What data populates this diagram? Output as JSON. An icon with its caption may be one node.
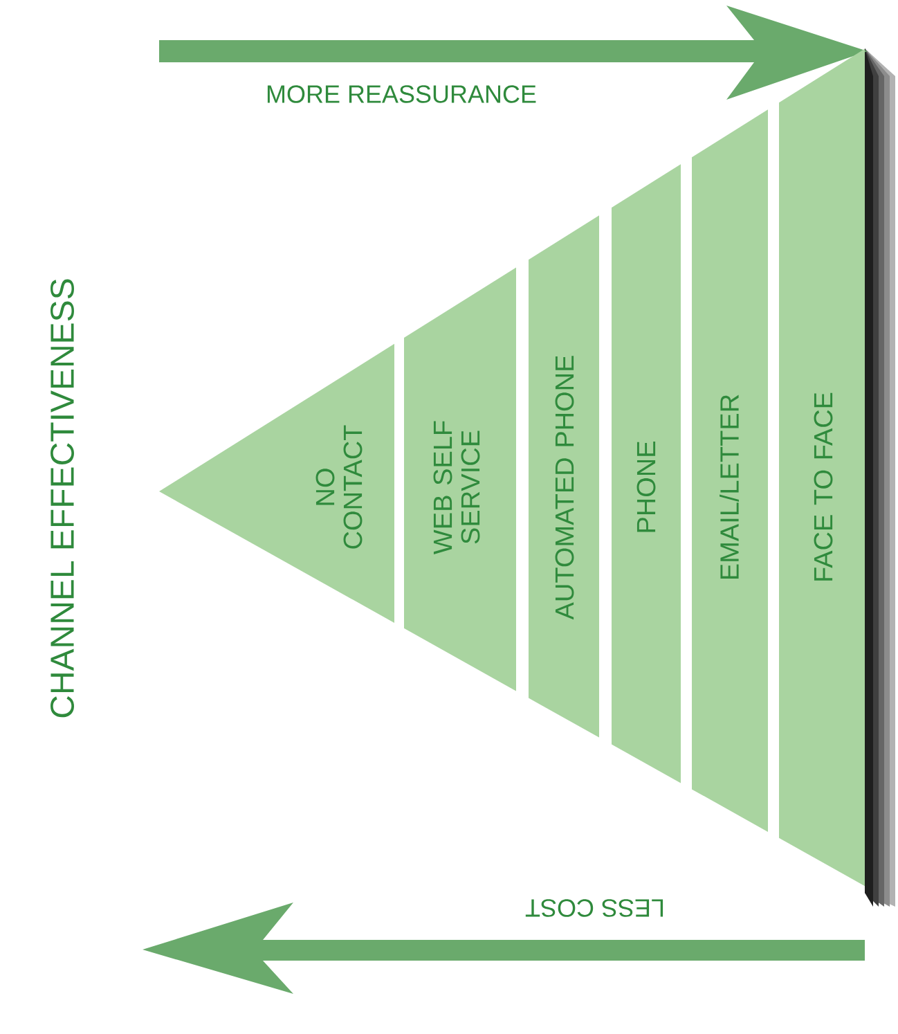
{
  "diagram": {
    "nodes": [
      {
        "text": [
          "NO CONTACT"
        ]
      },
      {
        "text": [
          "WEB SELF SERVICE"
        ]
      },
      {
        "text": [
          "AUTOMATED PHONE"
        ]
      },
      {
        "text": [
          "PHONE"
        ]
      },
      {
        "text": [
          "EMAIL/LETTER"
        ]
      },
      {
        "text": [
          "FACE TO FACE"
        ]
      }
    ],
    "labels": [
      "CHANNEL EFFECTIVENESS",
      "MORE REASSURANCE",
      "LESS COST"
    ]
  }
}
